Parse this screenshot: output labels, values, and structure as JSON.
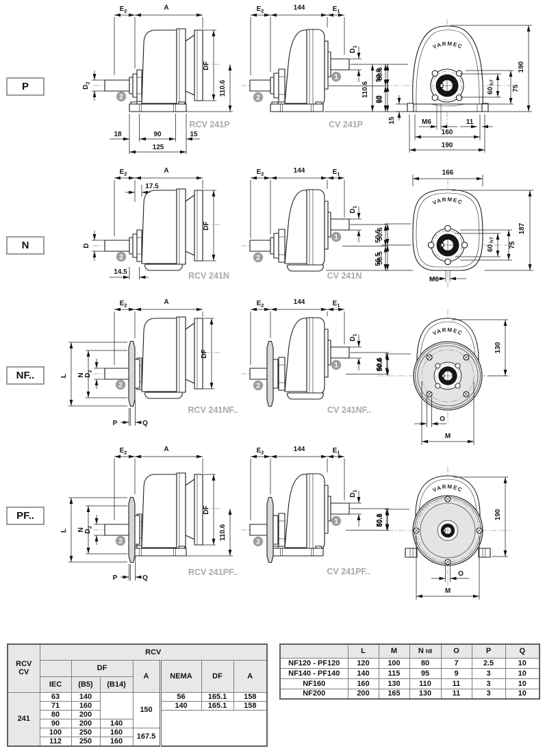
{
  "brand": "VARMEC",
  "dim_labels": {
    "E": "E",
    "sub1": "1",
    "sub2": "2",
    "D": "D",
    "DF": "DF",
    "A": "A",
    "L": "L",
    "N": "N",
    "P": "P",
    "Q": "Q",
    "O": "O",
    "M": "M",
    "M6": "M6",
    "len144": "144",
    "d50_6": "50.6",
    "d110_6": "110.6",
    "d60": "60",
    "d60h7": "60",
    "h7": "h7",
    "d190": "190",
    "d75": "75",
    "d160": "160",
    "d15": "15",
    "d11": "11",
    "d18": "18",
    "d90": "90",
    "d125": "125",
    "d17_5": "17.5",
    "d14_5": "14.5",
    "d56_5": "56.5",
    "d166": "166",
    "d187": "187",
    "d130": "130"
  },
  "balloons": {
    "input": "2",
    "output": "1"
  },
  "rows": [
    {
      "tag": "P",
      "rcv_caption": "RCV 241P",
      "cv_caption": "CV 241P"
    },
    {
      "tag": "N",
      "rcv_caption": "RCV 241N",
      "cv_caption": "CV 241N"
    },
    {
      "tag": "NF..",
      "rcv_caption": "RCV 241NF..",
      "cv_caption": "CV 241NF.."
    },
    {
      "tag": "PF..",
      "rcv_caption": "RCV 241PF..",
      "cv_caption": "CV 241PF.."
    }
  ],
  "left_table": {
    "corner_line1": "RCV",
    "corner_line2": "CV",
    "group_header": "RCV",
    "df_header": "DF",
    "a_header": "A",
    "nema_header": "NEMA",
    "nema_df_header": "DF",
    "nema_a_header": "A",
    "iec_header": "IEC",
    "b5_header": "(B5)",
    "b14_header": "(B14)",
    "size": "241",
    "iec_rows": [
      [
        "63",
        "140",
        ""
      ],
      [
        "71",
        "160",
        ""
      ],
      [
        "80",
        "200",
        ""
      ],
      [
        "90",
        "200",
        "140"
      ],
      [
        "100",
        "250",
        "160"
      ],
      [
        "112",
        "250",
        "160"
      ]
    ],
    "a_values": [
      "150",
      "167.5"
    ],
    "nema_rows": [
      [
        "56",
        "165.1",
        "158"
      ],
      [
        "140",
        "165.1",
        "158"
      ]
    ]
  },
  "right_table": {
    "col_l": "L",
    "col_m": "M",
    "col_n": "N",
    "col_n_sub": "h8",
    "col_o": "O",
    "col_p": "P",
    "col_q": "Q",
    "rows": [
      [
        "NF120 - PF120",
        "120",
        "100",
        "80",
        "7",
        "2.5",
        "10"
      ],
      [
        "NF140 - PF140",
        "140",
        "115",
        "95",
        "9",
        "3",
        "10"
      ],
      [
        "NF160",
        "160",
        "130",
        "110",
        "11",
        "3",
        "10"
      ],
      [
        "NF200",
        "200",
        "165",
        "130",
        "11",
        "3",
        "10"
      ]
    ]
  }
}
